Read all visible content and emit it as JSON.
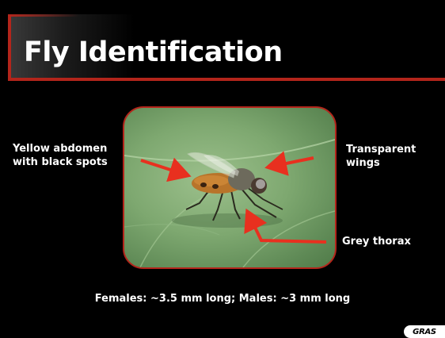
{
  "slide": {
    "title": "Fly Identification",
    "labels": {
      "abdomen_line1": "Yellow abdomen",
      "abdomen_line2": "with black spots",
      "wings_line1": "Transparent",
      "wings_line2": "wings",
      "thorax": "Grey thorax"
    },
    "caption": "Females: ~3.5 mm long; Males: ~3 mm long",
    "logo_text": "GRAS"
  },
  "colors": {
    "background": "#000000",
    "accent_red": "#b3251b",
    "arrow_red": "#e8301f",
    "text": "#ffffff"
  }
}
